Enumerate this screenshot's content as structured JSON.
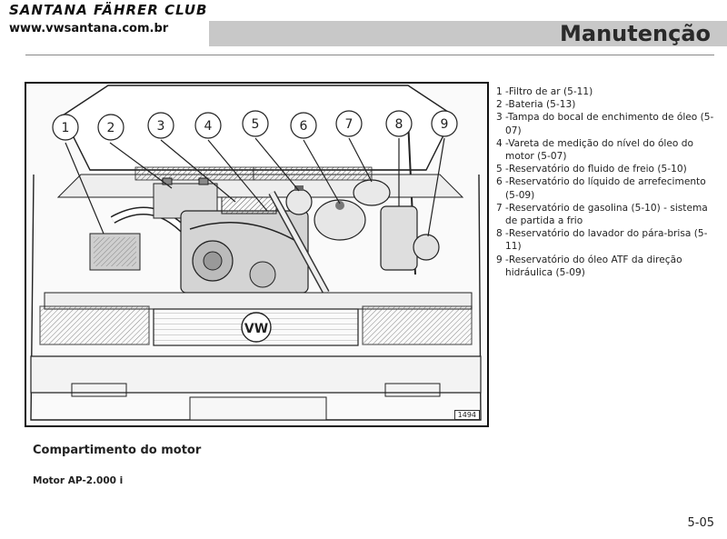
{
  "header": {
    "club": "SANTANA FÄHRER CLUB",
    "site": "www.vwsantana.com.br",
    "section_title": "Manutenção"
  },
  "figure": {
    "callouts": [
      "1",
      "2",
      "3",
      "4",
      "5",
      "6",
      "7",
      "8",
      "9"
    ],
    "fig_number": "1494"
  },
  "legend": {
    "items": [
      {
        "num": "1",
        "text": "-Filtro de ar (5-11)"
      },
      {
        "num": "2",
        "text": "-Bateria (5-13)"
      },
      {
        "num": "3",
        "text": "-Tampa do bocal de enchimento de óleo (5-07)"
      },
      {
        "num": "4",
        "text": "-Vareta de medição do nível do óleo do motor (5-07)"
      },
      {
        "num": "5",
        "text": "-Reservatório do fluido de freio (5-10)"
      },
      {
        "num": "6",
        "text": "-Reservatório do líquido de arrefecimento (5-09)"
      },
      {
        "num": "7",
        "text": "-Reservatório de gasolina (5-10) - sistema de partida a frio"
      },
      {
        "num": "8",
        "text": "-Reservatório do lavador do pára-brisa (5-11)"
      },
      {
        "num": "9",
        "text": "-Reservatório do óleo ATF da direção hidráulica (5-09)"
      }
    ]
  },
  "caption": "Compartimento do motor",
  "subcaption": "Motor AP-2.000 i",
  "page_number": "5-05"
}
